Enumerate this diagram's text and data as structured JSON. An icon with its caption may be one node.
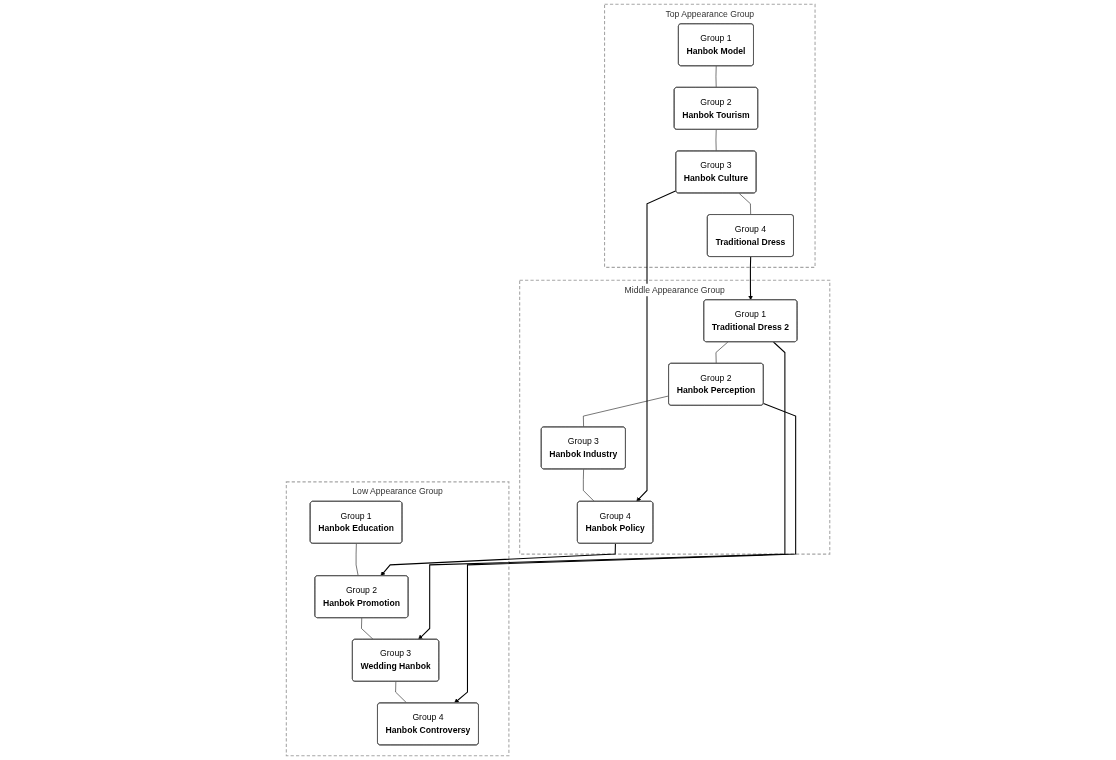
{
  "diagram": {
    "nodes": [
      {
        "text": [
          "Top Appearance Group"
        ]
      },
      {
        "text": [
          "Group 1",
          "Hanbok Model"
        ],
        "in": 0
      },
      {
        "text": [
          "Group 2",
          "Hanbok Tourism"
        ],
        "in": 0
      },
      {
        "text": [
          "Group 3",
          "Hanbok Culture"
        ],
        "in": 0
      },
      {
        "text": [
          "Group 4",
          "Traditional Dress"
        ],
        "in": 0
      },
      {
        "text": [
          "Middle Appearance Group"
        ]
      },
      {
        "text": [
          "Group 1",
          "Traditional Dress 2"
        ],
        "in": 5
      },
      {
        "text": [
          "Group 2",
          "Hanbok Perception"
        ],
        "in": 5
      },
      {
        "text": [
          "Group 3",
          "Hanbok Industry"
        ],
        "in": 5
      },
      {
        "text": [
          "Group 4",
          "Hanbok Policy"
        ],
        "in": 5
      },
      {
        "text": [
          "Low Appearance Group"
        ]
      },
      {
        "text": [
          "Group 1",
          "Hanbok Education"
        ],
        "in": 10
      },
      {
        "text": [
          "Group 2",
          "Hanbok Promotion"
        ],
        "in": 10
      },
      {
        "text": [
          "Group 3",
          "Wedding Hanbok"
        ],
        "in": 10
      },
      {
        "text": [
          "Group 4",
          "Hanbok Controversy"
        ],
        "in": 10
      }
    ],
    "edges": [
      {
        "from": 1,
        "to": 2,
        "arrow": "none"
      },
      {
        "from": 2,
        "to": 3,
        "arrow": "none"
      },
      {
        "from": 3,
        "to": 4,
        "arrow": "none"
      },
      {
        "from": 6,
        "to": 7,
        "arrow": "none"
      },
      {
        "from": 7,
        "to": 8,
        "arrow": "none"
      },
      {
        "from": 8,
        "to": 9,
        "arrow": "none"
      },
      {
        "from": 11,
        "to": 12,
        "arrow": "none"
      },
      {
        "from": 12,
        "to": 13,
        "arrow": "none"
      },
      {
        "from": 13,
        "to": 14,
        "arrow": "none"
      },
      {
        "from": 4,
        "to": 6,
        "arrow": "to"
      },
      {
        "from": 3,
        "to": 9,
        "arrow": "to"
      },
      {
        "from": 6,
        "to": 13,
        "arrow": "to"
      },
      {
        "from": 7,
        "to": 14,
        "arrow": "to"
      },
      {
        "from": 9,
        "to": 12,
        "arrow": "to"
      }
    ]
  }
}
